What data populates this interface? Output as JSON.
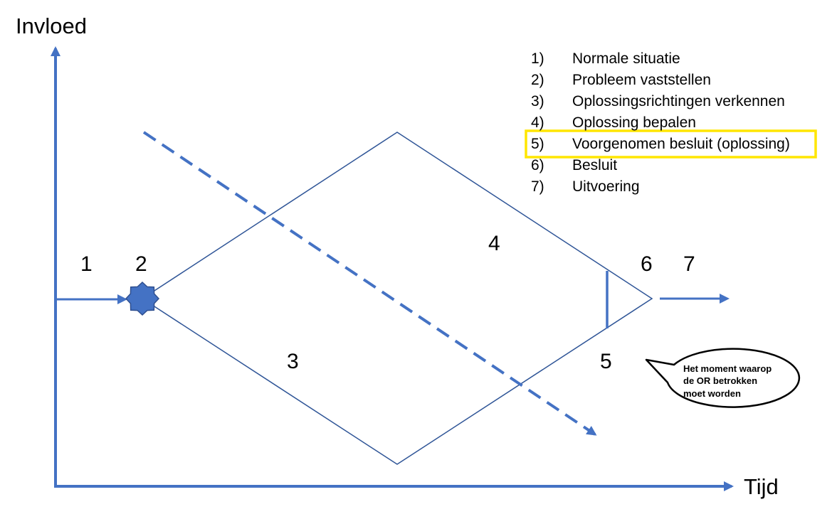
{
  "axes": {
    "y_label": "Invloed",
    "x_label": "Tijd"
  },
  "phase_numbers": {
    "p1": "1",
    "p2": "2",
    "p3": "3",
    "p4": "4",
    "p5": "5",
    "p6": "6",
    "p7": "7"
  },
  "legend": {
    "items": [
      {
        "index": "1)",
        "label": "Normale situatie"
      },
      {
        "index": "2)",
        "label": "Probleem vaststellen"
      },
      {
        "index": "3)",
        "label": "Oplossingsrichtingen verkennen"
      },
      {
        "index": "4)",
        "label": "Oplossing bepalen"
      },
      {
        "index": "5)",
        "label": "Voorgenomen besluit (oplossing)"
      },
      {
        "index": "6)",
        "label": "Besluit"
      },
      {
        "index": "7)",
        "label": "Uitvoering"
      }
    ],
    "highlighted_index": 5,
    "highlight_color": "#FFE600"
  },
  "callout": {
    "lines": [
      "Het moment waarop",
      "de OR betrokken",
      "moet worden"
    ]
  },
  "colors": {
    "line_blue": "#4472C4",
    "diamond_blue": "#2F5597",
    "star_fill": "#4472C4",
    "star_stroke": "#2F4F8F"
  },
  "icons": {
    "start_marker": "star-icon"
  }
}
